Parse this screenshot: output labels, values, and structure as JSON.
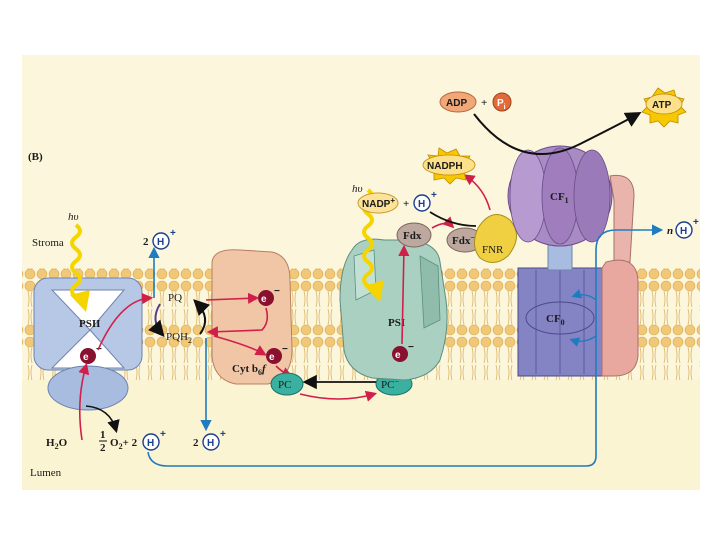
{
  "panel_label": "(B)",
  "stroma_label": "Stroma",
  "lumen_label": "Lumen",
  "photon": "hυ",
  "complexes": {
    "psii": "PSII",
    "pq": "PQ",
    "pqh2": "PQH",
    "pqh2_sub": "2",
    "cyt": "Cyt b",
    "cyt_sub": "6",
    "cyt_f": "f",
    "psi": "PSI",
    "fdx": "Fdx",
    "fdx_minus": "Fdx",
    "fnr": "FNR",
    "pc": "PC",
    "pc_minus": "PC",
    "cf1": "CF",
    "cf1_sub": "1",
    "cf0": "CF",
    "cf0_sub": "0"
  },
  "electron": "e",
  "minus": "−",
  "proton": "H",
  "plus": "+",
  "two": "2",
  "n": "n",
  "water": "H",
  "water_sub": "2",
  "water_o": "O",
  "oxygen_frac_num": "1",
  "oxygen_frac_den": "2",
  "oxygen": "O",
  "oxygen_sub": "2",
  "plus_two": "+ 2",
  "nadph": "NADPH",
  "nadp": "NADP",
  "adp": "ADP",
  "pi": "P",
  "pi_sub": "i",
  "atp": "ATP",
  "colors": {
    "membrane_head": "#f2d48a",
    "membrane_band": "#f6e6b4",
    "stroma_bg": "#fbf6dc",
    "psii": "#b7c8e6",
    "cyt": "#f0c6a6",
    "psi": "#a9d0c0",
    "cf1": "#a98bc4",
    "cf0": "#8484c4",
    "electron_path": "#d0204a",
    "proton_path": "#1f7cc0",
    "photon": "#f5d400"
  }
}
